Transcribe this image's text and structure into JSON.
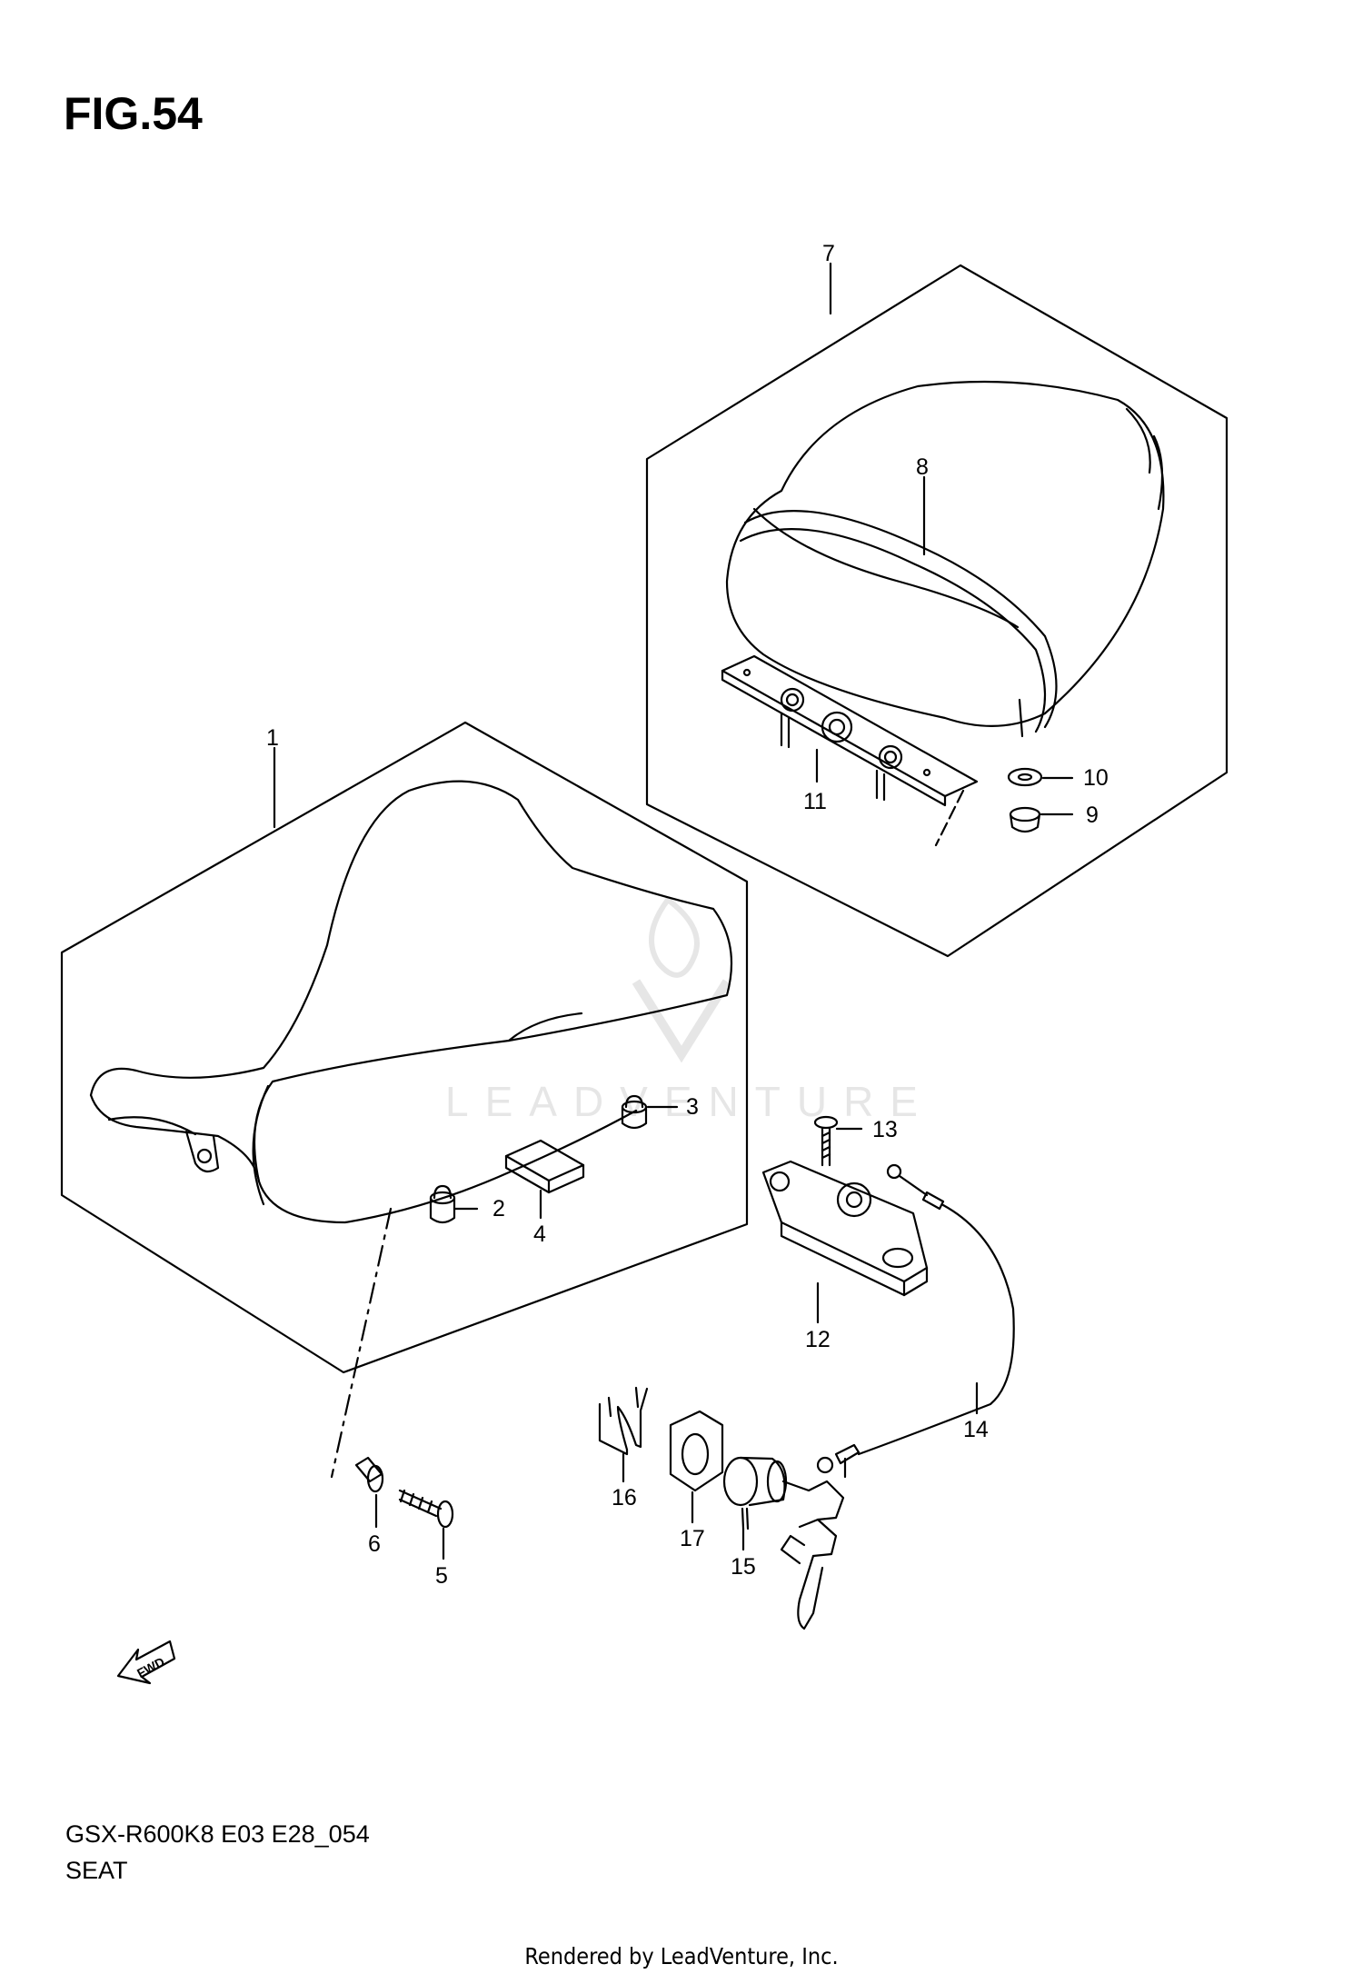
{
  "header": {
    "figure_title": "FIG.54"
  },
  "footer_block": {
    "model_code": "GSX-R600K8 E03 E28_054",
    "diagram_name": "SEAT"
  },
  "footer": {
    "rendered_by": "Rendered by LeadVenture, Inc."
  },
  "watermark": {
    "text": "LEADVENTURE"
  },
  "fwd_arrow": {
    "text": "FWD"
  },
  "callouts": {
    "c1": "1",
    "c2": "2",
    "c3": "3",
    "c4": "4",
    "c5": "5",
    "c6": "6",
    "c7": "7",
    "c8": "8",
    "c9": "9",
    "c10": "10",
    "c11": "11",
    "c12": "12",
    "c13": "13",
    "c14": "14",
    "c15": "15",
    "c16": "16",
    "c17": "17"
  },
  "colors": {
    "line": "#000000",
    "watermark": "#e6e6e6",
    "background": "#ffffff"
  }
}
